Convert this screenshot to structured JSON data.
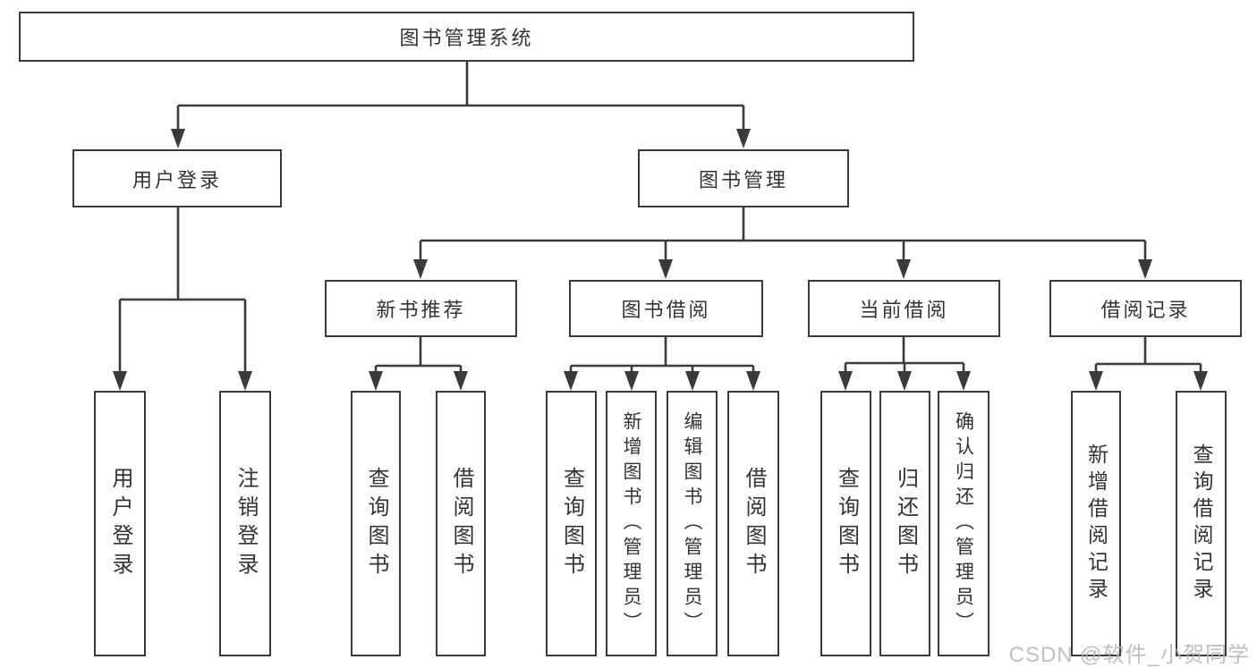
{
  "tree": {
    "root": {
      "label": "图书管理系统"
    },
    "branches": [
      {
        "label": "用户登录",
        "children": [
          {
            "label": "用户登录"
          },
          {
            "label": "注销登录"
          }
        ]
      },
      {
        "label": "图书管理",
        "children": [
          {
            "label": "新书推荐",
            "children": [
              {
                "label": "查询图书"
              },
              {
                "label": "借阅图书"
              }
            ]
          },
          {
            "label": "图书借阅",
            "children": [
              {
                "label": "查询图书"
              },
              {
                "label": "新增图书（管理员）"
              },
              {
                "label": "编辑图书（管理员）"
              },
              {
                "label": "借阅图书"
              }
            ]
          },
          {
            "label": "当前借阅",
            "children": [
              {
                "label": "查询图书"
              },
              {
                "label": "归还图书"
              },
              {
                "label": "确认归还（管理员）"
              }
            ]
          },
          {
            "label": "借阅记录",
            "children": [
              {
                "label": "新增借阅记录"
              },
              {
                "label": "查询借阅记录"
              }
            ]
          }
        ]
      }
    ]
  },
  "watermark": "CSDN @软件_小贺同学",
  "colors": {
    "line": "#3a3a3a",
    "text": "#333333",
    "box_bg": "#ffffff",
    "watermark": "#b4b4b4"
  }
}
